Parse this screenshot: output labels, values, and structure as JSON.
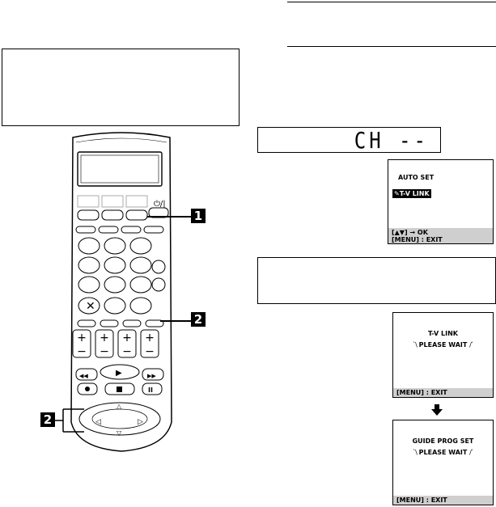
{
  "display": {
    "channel_readout": "CH --"
  },
  "screens": {
    "auto_set": {
      "title": "AUTO SET",
      "selected_item": "T-V LINK",
      "hint_line1": "[▲▼] → OK",
      "hint_line2": "[MENU] : EXIT"
    },
    "tv_link": {
      "title": "T-V LINK",
      "status": "PLEASE WAIT",
      "exit": "[MENU] : EXIT"
    },
    "guide_prog": {
      "title": "GUIDE PROG SET",
      "status": "PLEASE WAIT",
      "exit": "[MENU] : EXIT"
    }
  },
  "callouts": {
    "step1": "1",
    "step2a": "2",
    "step2b": "2"
  },
  "remote": {
    "plus": "+",
    "minus": "−",
    "play": "▶",
    "rew": "◀◀",
    "ff": "▶▶",
    "stop": "■",
    "rec": "●",
    "pause": "II",
    "cancel": "✕"
  },
  "colors": {
    "footer_bg": "#cfcfcf",
    "remote_body": "#ffffff"
  }
}
